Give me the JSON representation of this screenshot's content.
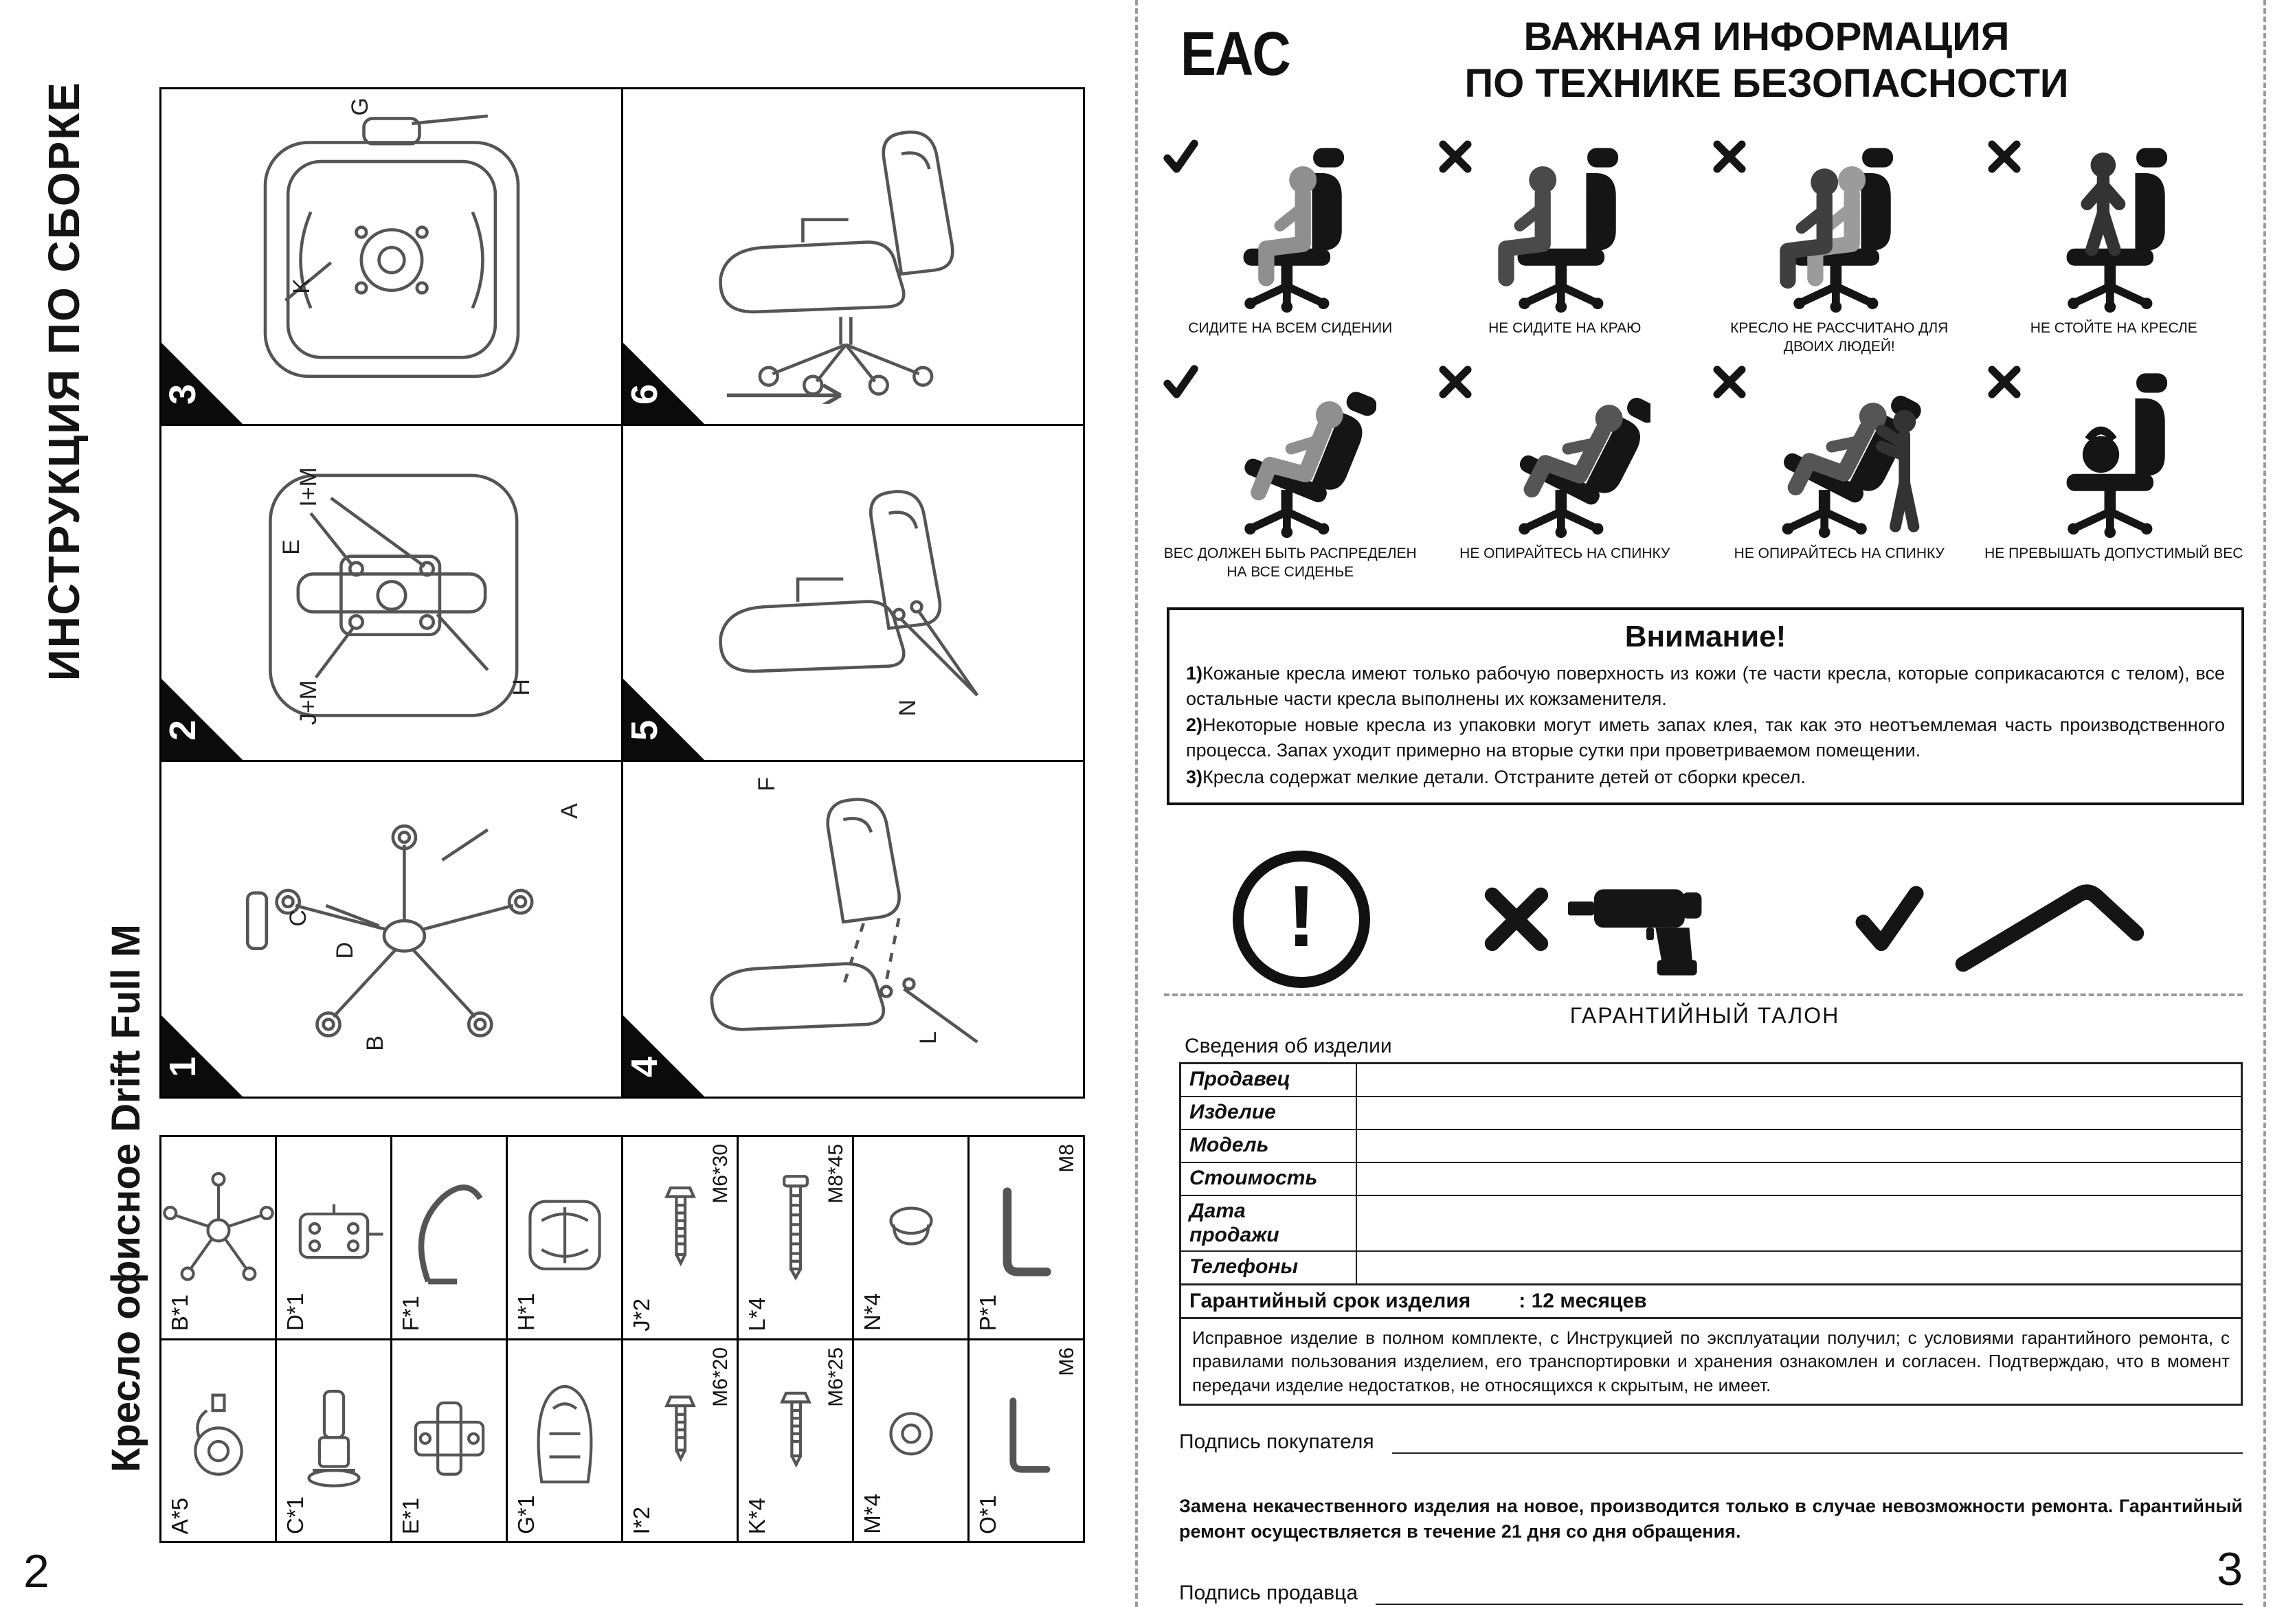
{
  "page_left": {
    "page_number": "2",
    "title_main": "ИНСТРУКЦИЯ ПО СБОРКЕ",
    "title_model": "Кресло офисное Drift Full M",
    "steps": [
      {
        "num": "1",
        "labels": [
          "A",
          "B",
          "C",
          "D"
        ]
      },
      {
        "num": "2",
        "labels": [
          "E",
          "I+M",
          "J+M",
          "H"
        ]
      },
      {
        "num": "3",
        "labels": [
          "G",
          "K"
        ]
      },
      {
        "num": "4",
        "labels": [
          "F",
          "L"
        ]
      },
      {
        "num": "5",
        "labels": [
          "N"
        ]
      },
      {
        "num": "6",
        "labels": []
      }
    ],
    "parts_row1": [
      {
        "code": "B*1",
        "size": ""
      },
      {
        "code": "D*1",
        "size": ""
      },
      {
        "code": "F*1",
        "size": ""
      },
      {
        "code": "H*1",
        "size": ""
      },
      {
        "code": "J*2",
        "size": "M6*30"
      },
      {
        "code": "L*4",
        "size": "M8*45"
      },
      {
        "code": "N*4",
        "size": ""
      },
      {
        "code": "P*1",
        "size": "M8"
      }
    ],
    "parts_row2": [
      {
        "code": "A*5",
        "size": ""
      },
      {
        "code": "C*1",
        "size": ""
      },
      {
        "code": "E*1",
        "size": ""
      },
      {
        "code": "G*1",
        "size": ""
      },
      {
        "code": "I*2",
        "size": "M6*20"
      },
      {
        "code": "K*4",
        "size": "M6*25"
      },
      {
        "code": "M*4",
        "size": ""
      },
      {
        "code": "O*1",
        "size": "M6"
      }
    ]
  },
  "page_right": {
    "page_number": "3",
    "eac": "EAC",
    "title_line1": "ВАЖНАЯ ИНФОРМАЦИЯ",
    "title_line2": "ПО ТЕХНИКЕ БЕЗОПАСНОСТИ",
    "safety": [
      {
        "ok": true,
        "caption": "СИДИТЕ НА ВСЕМ СИДЕНИИ"
      },
      {
        "ok": false,
        "caption": "НЕ СИДИТЕ НА КРАЮ"
      },
      {
        "ok": false,
        "caption": "КРЕСЛО НЕ РАССЧИТАНО ДЛЯ ДВОИХ ЛЮДЕЙ!"
      },
      {
        "ok": false,
        "caption": "НЕ СТОЙТЕ НА КРЕСЛЕ"
      },
      {
        "ok": true,
        "caption": "ВЕС ДОЛЖЕН БЫТЬ РАСПРЕДЕЛЕН НА ВСЕ СИДЕНЬЕ"
      },
      {
        "ok": false,
        "caption": "НЕ ОПИРАЙТЕСЬ НА СПИНКУ"
      },
      {
        "ok": false,
        "caption": "НЕ ОПИРАЙТЕСЬ НА СПИНКУ"
      },
      {
        "ok": false,
        "caption": "НЕ ПРЕВЫШАТЬ ДОПУСТИМЫЙ ВЕС"
      }
    ],
    "attention": {
      "title": "Внимание!",
      "items": [
        {
          "n": "1)",
          "t": "Кожаные кресла имеют только рабочую поверхность из кожи (те части кресла, которые соприкасаются с телом), все остальные части кресла выполнены их кожзаменителя."
        },
        {
          "n": "2)",
          "t": "Некоторые новые кресла из упаковки могут иметь запах клея, так как это неотъемлемая часть производственного процесса. Запах уходит примерно на вторые сутки при проветриваемом помещении."
        },
        {
          "n": "3)",
          "t": "Кресла содержат мелкие детали. Отстраните детей от сборки кресел."
        }
      ]
    },
    "warranty": {
      "title": "ГАРАНТИЙНЫЙ ТАЛОН",
      "info_header": "Сведения об изделии",
      "fields": [
        "Продавец",
        "Изделие",
        "Модель",
        "Стоимость",
        "Дата\nпродажи",
        "Телефоны"
      ],
      "term_label": "Гарантийный срок изделия",
      "term_value": ": 12 месяцев",
      "agreement": "Исправное изделие в полном комплекте, с Инструкцией по эксплуатации получил; с условиями гарантийного ремонта, с правилами пользования изделием, его транспортировки и хранения ознакомлен и согласен. Подтверждаю, что в момент передачи изделие недостатков, не относящихся к скрытым, не имеет.",
      "sign_buyer": "Подпись покупателя",
      "note": "Замена некачественного изделия на новое, производится только в случае невозможности ремонта. Гарантийный ремонт осуществляется в течение 21 дня со дня обращения.",
      "sign_seller": "Подпись продавца"
    }
  }
}
